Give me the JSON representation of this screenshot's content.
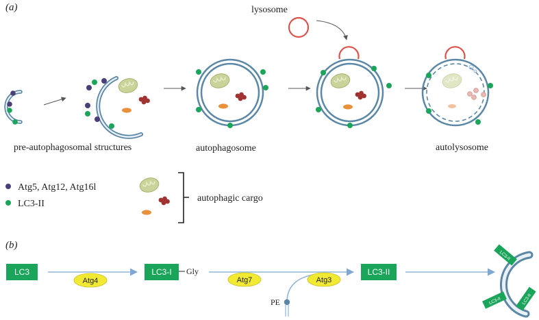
{
  "panel_a": {
    "label": "(a)",
    "lysosome_label": "lysosome",
    "stage_labels": {
      "pre": "pre-autophagosomal structures",
      "auto": "autophagosome",
      "autolys": "autolysosome"
    },
    "legend": {
      "atg_label": "Atg5, Atg12, Atg16l",
      "lc3_label": "LC3-II",
      "cargo_label": "autophagic cargo"
    }
  },
  "panel_b": {
    "label": "(b)",
    "lc3": "LC3",
    "atg4": "Atg4",
    "lc3_i": "LC3-I",
    "gly": "Gly",
    "atg7": "Atg7",
    "atg3": "Atg3",
    "lc3_ii": "LC3-II",
    "pe": "PE",
    "membrane_labels": [
      "LC3-II",
      "LC3-II",
      "LC3-II"
    ]
  },
  "colors": {
    "membrane": "#5b87a6",
    "lc3_green": "#1aa55a",
    "atg_purple": "#4b3f7a",
    "lysosome_red": "#d9544a",
    "cargo_red": "#a0322f",
    "mito_green": "#bcc98a",
    "orange": "#e8903a",
    "enzyme_yellow": "#f2ea32",
    "arrow_blue": "#8fb5d8"
  }
}
